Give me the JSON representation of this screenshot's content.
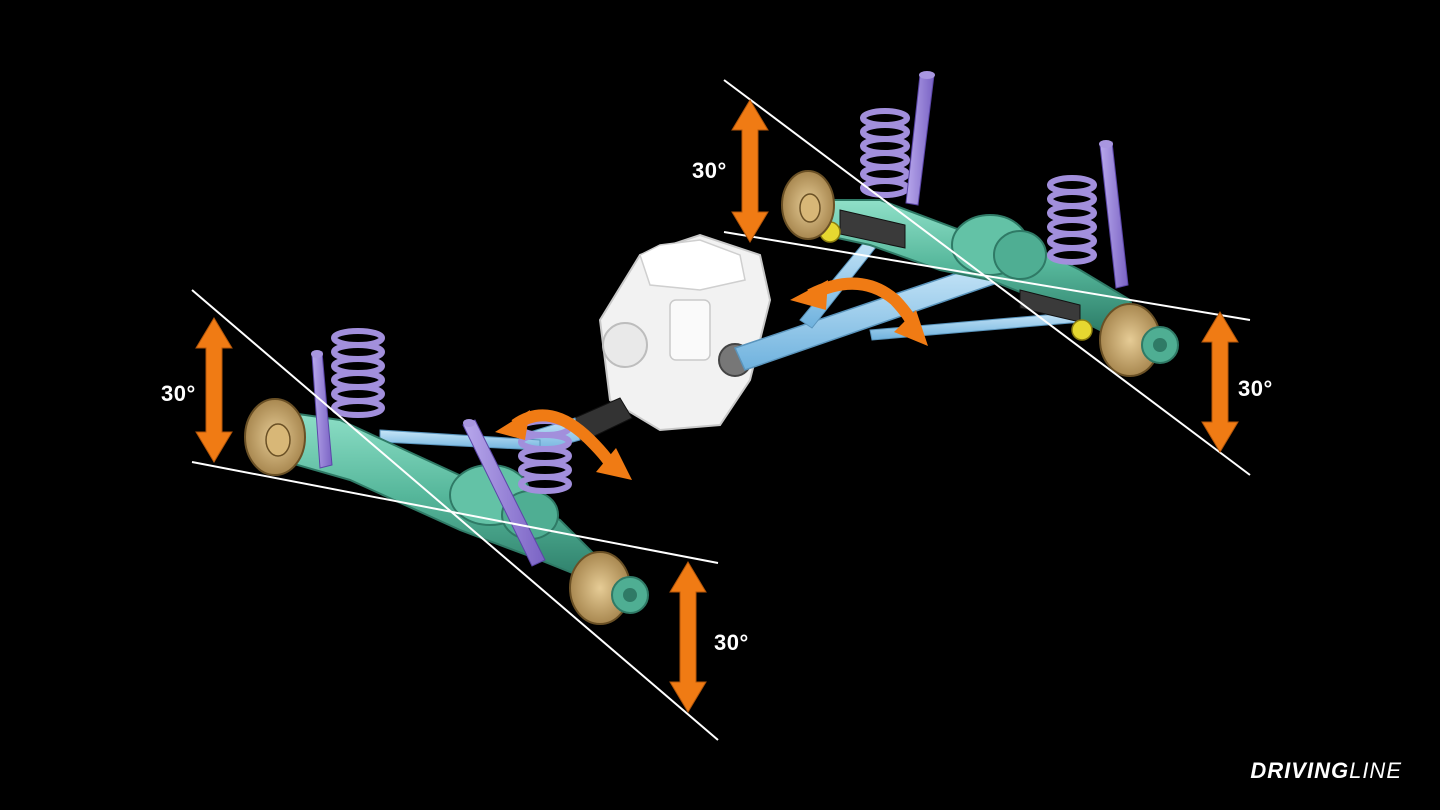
{
  "diagram": {
    "angle_labels": {
      "rear_left": "30°",
      "rear_right": "30°",
      "front_left": "30°",
      "front_right": "30°"
    }
  },
  "logo": {
    "part1": "DRIVING",
    "part2": "LINE"
  },
  "colors": {
    "background": "#000000",
    "axle": "#5fc4a8",
    "spring": "#9a86d6",
    "shock": "#8a73d0",
    "driveshaft": "#8ec7ea",
    "arrow": "#f07b14",
    "brake": "#c9a66b",
    "transfer_case": "#eeeeee",
    "guide_line": "#ffffff"
  }
}
